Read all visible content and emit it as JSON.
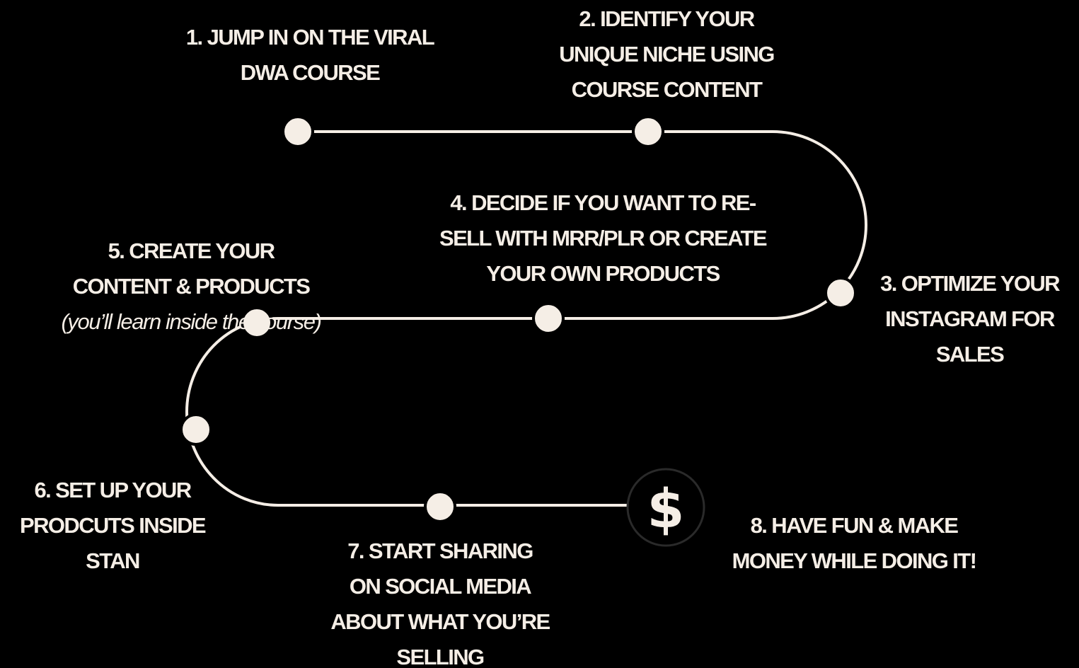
{
  "colors": {
    "background": "#000000",
    "path": "#F5EEE6",
    "node_fill": "#F5EEE6",
    "node_ring": "#000000",
    "end_ring": "#2A2A2A"
  },
  "end_node": {
    "icon": "dollar-sign-icon",
    "symbol": "$"
  },
  "steps": [
    {
      "text": "1. JUMP IN ON THE VIRAL\nDWA COURSE"
    },
    {
      "text": "2. IDENTIFY YOUR\nUNIQUE NICHE USING\nCOURSE CONTENT"
    },
    {
      "text": "3. OPTIMIZE YOUR\nINSTAGRAM FOR\nSALES"
    },
    {
      "text": "4. DECIDE IF YOU WANT TO RE-\nSELL WITH MRR/PLR OR CREATE\nYOUR OWN PRODUCTS"
    },
    {
      "text": "5. CREATE YOUR\nCONTENT & PRODUCTS",
      "note": "(you’ll learn inside the course)"
    },
    {
      "text": "6. SET UP YOUR\nPRODCUTS INSIDE\nSTAN"
    },
    {
      "text": "7. START SHARING\nON SOCIAL MEDIA\nABOUT WHAT YOU’RE\nSELLING"
    },
    {
      "text": "8. HAVE FUN & MAKE\nMONEY WHILE DOING IT!"
    }
  ]
}
